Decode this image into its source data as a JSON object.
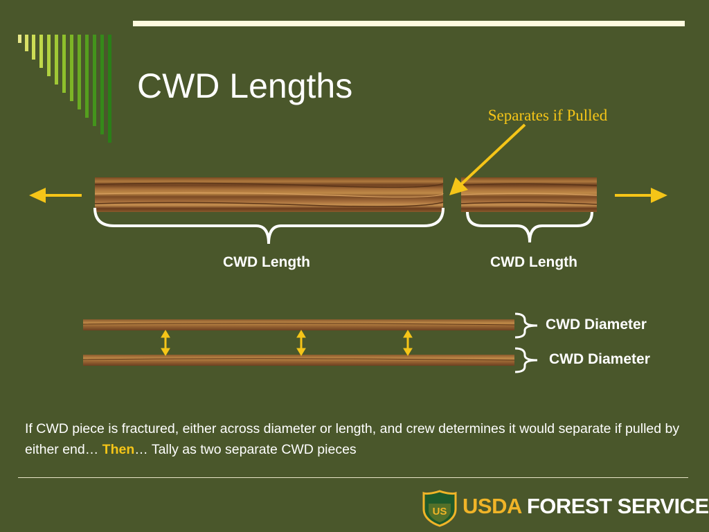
{
  "slide": {
    "title": "CWD Lengths",
    "callout": "Separates if Pulled",
    "length_labels": [
      "CWD Length",
      "CWD Length"
    ],
    "diameter_labels": [
      "CWD Diameter",
      "CWD Diameter"
    ],
    "body_text": {
      "before": "If CWD piece is fractured, either across diameter or length, and crew determines it would separate if pulled by either end… ",
      "highlight": "Then",
      "after": "… Tally as two separate CWD pieces"
    }
  },
  "footer": {
    "brand_usda": "USDA",
    "brand_forest_service": "FOREST SERVICE",
    "shield_text": "US"
  },
  "colors": {
    "background": "#4a572b",
    "accent_yellow": "#f5c518",
    "wood_brown": "#8a5a2a",
    "stripe_greens": [
      "#d6e05a",
      "#7fbf2a",
      "#2f8f1f"
    ]
  },
  "icons": [
    "left-arrow-icon",
    "right-arrow-icon",
    "callout-arrow-icon",
    "double-arrow-icon",
    "brace-icon",
    "usfs-shield-icon"
  ]
}
